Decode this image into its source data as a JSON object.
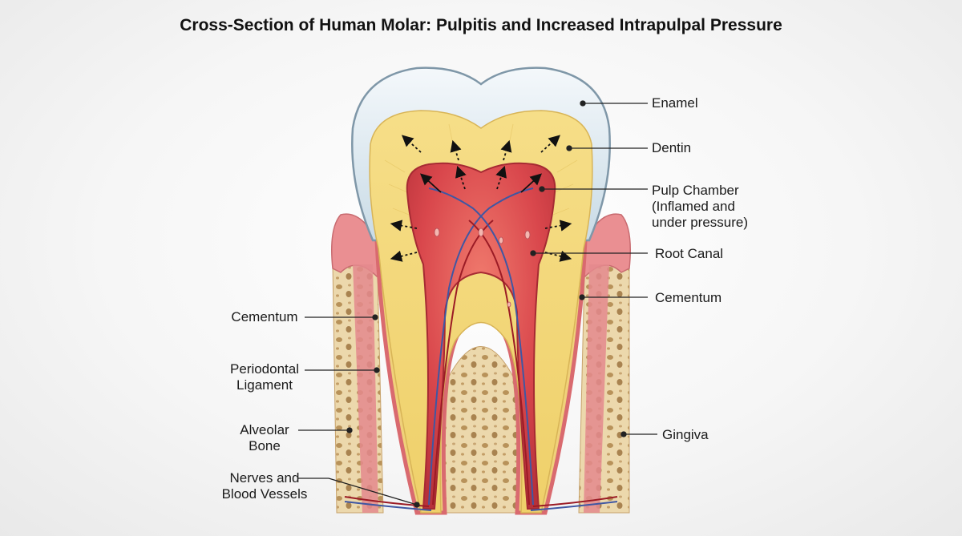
{
  "title": "Cross-Section of Human Molar: Pulpitis and Increased Intrapulpal Pressure",
  "labels": {
    "enamel": "Enamel",
    "dentin": "Dentin",
    "pulp_chamber": [
      "Pulp Chamber",
      "(Inflamed and",
      "under pressure)"
    ],
    "root_canal": "Root Canal",
    "cementum_right": "Cementum",
    "gingiva": "Gingiva",
    "cementum_left": "Cementum",
    "periodontal_ligament": [
      "Periodontal",
      "Ligament"
    ],
    "alveolar_bone": [
      "Alveolar",
      "Bone"
    ],
    "nerves_vessels": [
      "Nerves and",
      "Blood Vessels"
    ]
  },
  "colors": {
    "enamel": "#dbe7ef",
    "dentin": "#f3d77a",
    "pulp": "#d9474c",
    "gingiva": "#ea8f92",
    "bone": "#e8d3a6"
  }
}
